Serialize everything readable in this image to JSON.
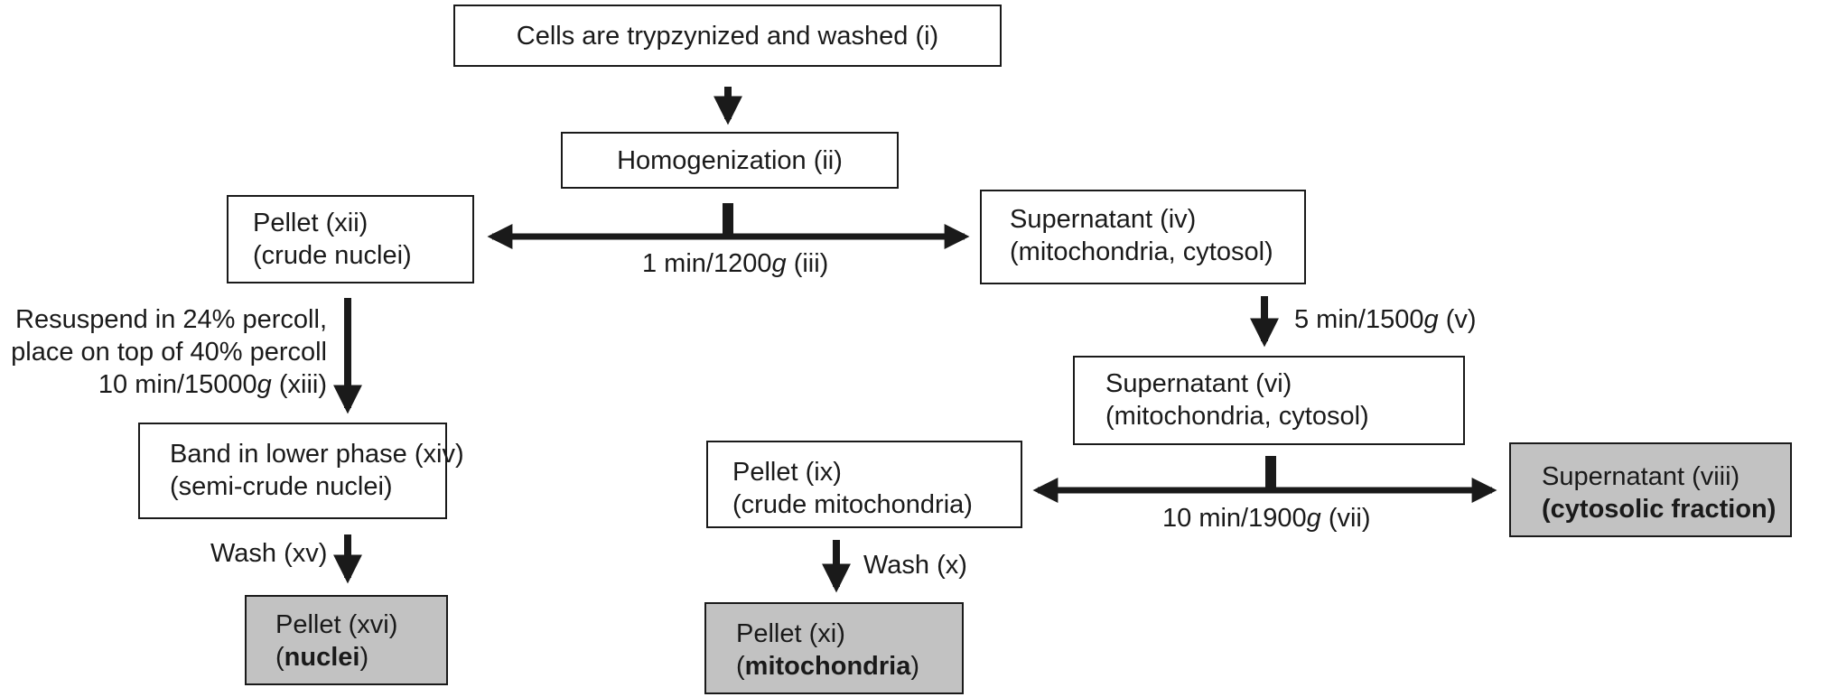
{
  "steps": {
    "trypsin": "Cells are trypzynized and washed (i)",
    "homog": "Homogenization (ii)",
    "pellet_xii": {
      "line1": "Pellet (xii)",
      "line2": "(crude nuclei)"
    },
    "spin_iii": {
      "pre": "1 min/1200",
      "g": "g",
      "post": " (iii)"
    },
    "sup_iv": {
      "line1": "Supernatant (iv)",
      "line2": "(mitochondria, cytosol)"
    },
    "spin_v": {
      "pre": "5 min/1500",
      "g": "g",
      "post": " (v)"
    },
    "sup_vi": {
      "line1": "Supernatant (vi)",
      "line2": "(mitochondria, cytosol)"
    },
    "percoll": {
      "line1": "Resuspend in 24% percoll,",
      "line2": "place on top of 40% percoll",
      "line3_pre": "10 min/15000",
      "g": "g",
      "line3_post": " (xiii)"
    },
    "band_xiv": {
      "line1": "Band in lower phase (xiv)",
      "line2": "(semi-crude nuclei)"
    },
    "pellet_ix": {
      "line1": "Pellet (ix)",
      "line2": "(crude mitochondria)"
    },
    "spin_vii": {
      "pre": "10 min/1900",
      "g": "g",
      "post": " (vii)"
    },
    "sup_viii": {
      "line1": "Supernatant (viii)",
      "line2": "(cytosolic fraction)"
    },
    "wash_xv": "Wash (xv)",
    "wash_x": "Wash (x)",
    "pellet_xvi": {
      "line1": "Pellet (xvi)",
      "line2_open": "(",
      "line2_bold": "nuclei",
      "line2_close": ")"
    },
    "pellet_xi": {
      "line1": "Pellet (xi)",
      "line2_open": "(",
      "line2_bold": "mitochondria",
      "line2_close": ")"
    }
  },
  "colors": {
    "final_fill": "#c2c2c2",
    "stroke": "#1a1a1a"
  }
}
